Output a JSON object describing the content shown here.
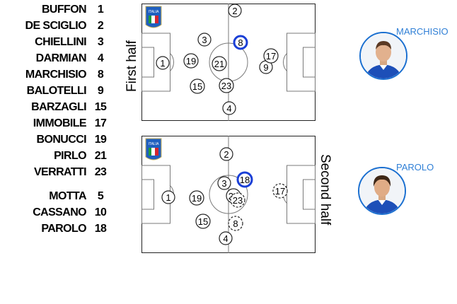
{
  "roster": {
    "starters": [
      {
        "name": "BUFFON",
        "number": "1"
      },
      {
        "name": "DE SCIGLIO",
        "number": "2"
      },
      {
        "name": "CHIELLINI",
        "number": "3"
      },
      {
        "name": "DARMIAN",
        "number": "4"
      },
      {
        "name": "MARCHISIO",
        "number": "8"
      },
      {
        "name": "BALOTELLI",
        "number": "9"
      },
      {
        "name": "BARZAGLI",
        "number": "15"
      },
      {
        "name": "IMMOBILE",
        "number": "17"
      },
      {
        "name": "BONUCCI",
        "number": "19"
      },
      {
        "name": "PIRLO",
        "number": "21"
      },
      {
        "name": "VERRATTI",
        "number": "23"
      }
    ],
    "substitutes": [
      {
        "name": "MOTTA",
        "number": "5"
      },
      {
        "name": "CASSANO",
        "number": "10"
      },
      {
        "name": "PAROLO",
        "number": "18"
      }
    ]
  },
  "first_half": {
    "label": "First half",
    "badge_text": "ITALIA",
    "markers": [
      {
        "number": "1",
        "style": "solid"
      },
      {
        "number": "2",
        "style": "solid"
      },
      {
        "number": "3",
        "style": "solid"
      },
      {
        "number": "4",
        "style": "solid"
      },
      {
        "number": "8",
        "style": "highlight"
      },
      {
        "number": "9",
        "style": "solid"
      },
      {
        "number": "15",
        "style": "solid"
      },
      {
        "number": "17",
        "style": "solid"
      },
      {
        "number": "19",
        "style": "solid"
      },
      {
        "number": "21",
        "style": "solid"
      },
      {
        "number": "23",
        "style": "solid"
      }
    ],
    "featured_player": "MARCHISIO"
  },
  "second_half": {
    "label": "Second half",
    "badge_text": "ITALIA",
    "markers": [
      {
        "number": "1",
        "style": "solid"
      },
      {
        "number": "2",
        "style": "solid"
      },
      {
        "number": "3",
        "style": "solid"
      },
      {
        "number": "4",
        "style": "solid"
      },
      {
        "number": "8",
        "style": "dashed"
      },
      {
        "number": "15",
        "style": "solid"
      },
      {
        "number": "17",
        "style": "dashed"
      },
      {
        "number": "18",
        "style": "highlight"
      },
      {
        "number": "19",
        "style": "solid"
      },
      {
        "number": "21",
        "style": "solid"
      },
      {
        "number": "23",
        "style": "dashed"
      }
    ],
    "featured_player": "PAROLO"
  },
  "colors": {
    "highlight": "#1a3fd6",
    "avatar_ring": "#1a6fd0",
    "featured_name": "#2f7fd6",
    "badge_blue": "#1f5fbf",
    "pitch_line": "#7a7a7a"
  }
}
